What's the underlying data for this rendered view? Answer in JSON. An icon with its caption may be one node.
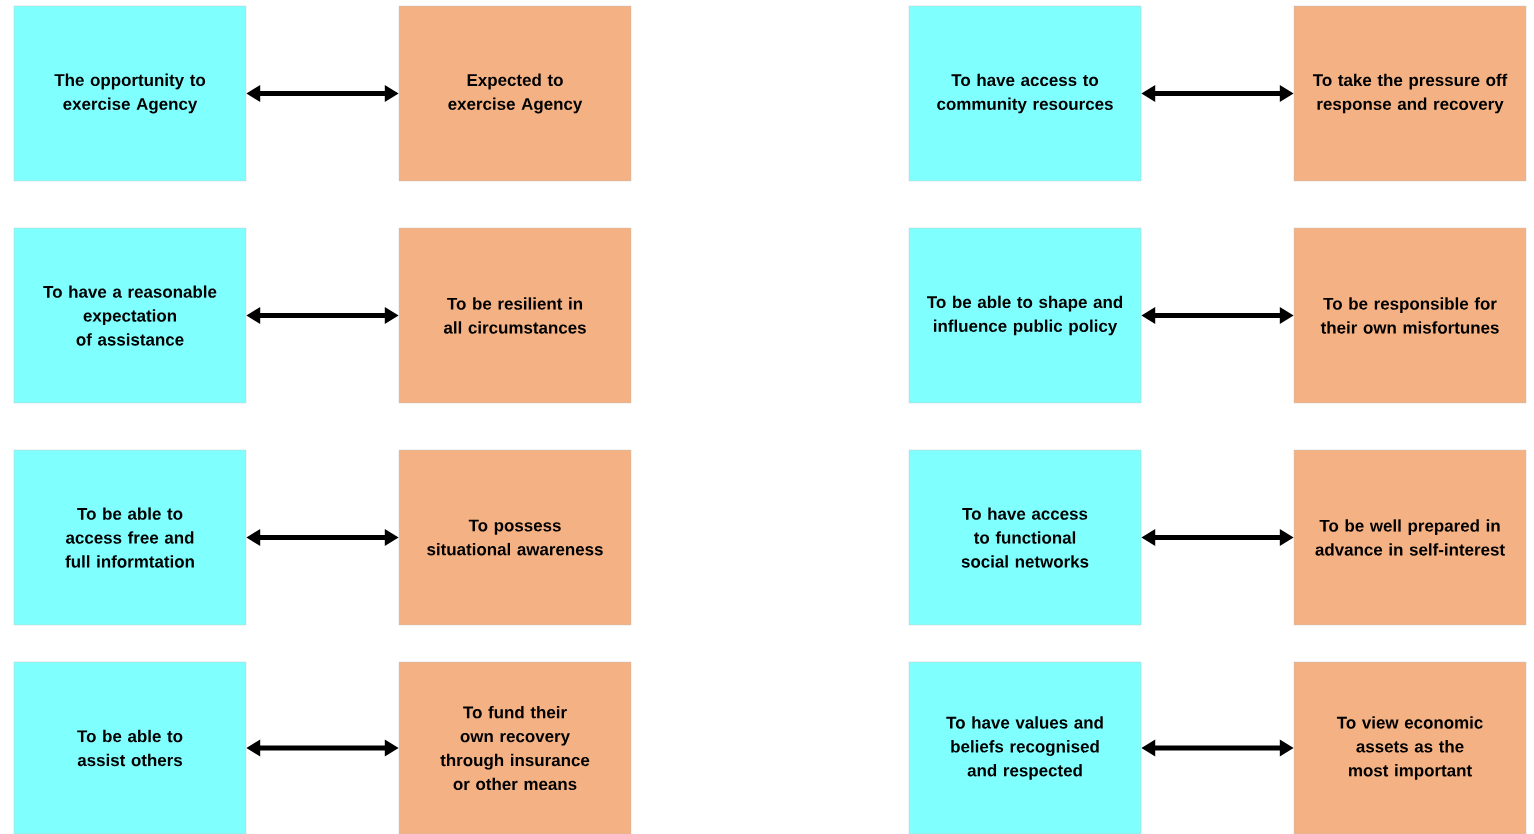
{
  "diagram": {
    "nodes": [
      {
        "text": [
          "The opportunity to exercise Agency"
        ]
      },
      {
        "text": [
          "Expected to exercise Agency"
        ]
      },
      {
        "text": [
          "To have access to community resources"
        ]
      },
      {
        "text": [
          "To take the pressure off response and recovery"
        ]
      },
      {
        "text": [
          "To have a reasonable expectation of assistance"
        ]
      },
      {
        "text": [
          "To be resilient in all circumstances"
        ]
      },
      {
        "text": [
          "To be able to shape and influence public policy"
        ]
      },
      {
        "text": [
          "To be responsible for their own misfortunes"
        ]
      },
      {
        "text": [
          "To be able to access free and full informtation"
        ]
      },
      {
        "text": [
          "To possess situational awareness"
        ]
      },
      {
        "text": [
          "To have access to functional social networks"
        ]
      },
      {
        "text": [
          "To be well prepared in advance in self-interest"
        ]
      },
      {
        "text": [
          "To be able to assist others"
        ]
      },
      {
        "text": [
          "To fund their own recovery through insurance or other means"
        ]
      },
      {
        "text": [
          "To have values and beliefs recognised and respected"
        ]
      },
      {
        "text": [
          "To view economic assets as the most important"
        ]
      }
    ],
    "edges": [
      {
        "from": 0,
        "to": 1,
        "arrow": "both"
      },
      {
        "from": 2,
        "to": 3,
        "arrow": "both"
      },
      {
        "from": 4,
        "to": 5,
        "arrow": "both"
      },
      {
        "from": 6,
        "to": 7,
        "arrow": "both"
      },
      {
        "from": 8,
        "to": 9,
        "arrow": "both"
      },
      {
        "from": 10,
        "to": 11,
        "arrow": "both"
      },
      {
        "from": 12,
        "to": 13,
        "arrow": "both"
      },
      {
        "from": 14,
        "to": 15,
        "arrow": "both"
      }
    ]
  }
}
